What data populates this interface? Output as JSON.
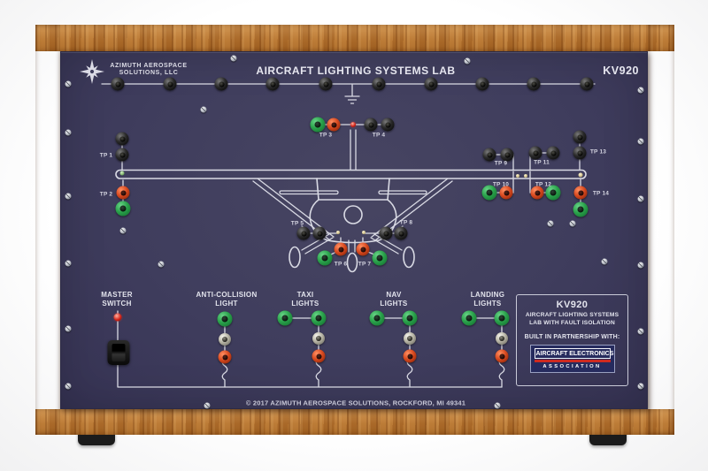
{
  "header": {
    "brand": {
      "line1": "AZIMUTH AEROSPACE",
      "line2": "SOLUTIONS, LLC"
    },
    "title": "AIRCRAFT LIGHTING SYSTEMS LAB",
    "model": "KV920"
  },
  "test_point_labels": [
    "TP 1",
    "TP 2",
    "TP 3",
    "TP 4",
    "TP 5",
    "TP 6",
    "TP 7",
    "TP 8",
    "TP 9",
    "TP 10",
    "TP 11",
    "TP 12",
    "TP 13",
    "TP 14"
  ],
  "controls": {
    "master": {
      "line1": "MASTER",
      "line2": "SWITCH"
    },
    "anti_collision": {
      "line1": "ANTI-COLLISION",
      "line2": "LIGHT"
    },
    "taxi": {
      "line1": "TAXI",
      "line2": "LIGHTS"
    },
    "nav": {
      "line1": "NAV",
      "line2": "LIGHTS"
    },
    "landing": {
      "line1": "LANDING",
      "line2": "LIGHTS"
    }
  },
  "info_box": {
    "model": "KV920",
    "desc_line1": "AIRCRAFT LIGHTING SYSTEMS",
    "desc_line2": "LAB WITH FAULT ISOLATION",
    "partnership": "BUILT IN PARTNERSHIP WITH:",
    "aea": {
      "line1": "AIRCRAFT ELECTRONICS",
      "line2": "ASSOCIATION"
    }
  },
  "footer": {
    "copyright": "© 2017 AZIMUTH AEROSPACE SOLUTIONS, ROCKFORD, MI 49341"
  },
  "colors": {
    "panel": "#3f3d5d",
    "line": "#d9dae4",
    "green": "#2aa24b",
    "red": "#d84a20",
    "navy": "#262b5e",
    "logo_red": "#ce2a20",
    "led_red": "#d42318",
    "led_amber": "#cdbd85",
    "led_green": "#7fb36b"
  }
}
